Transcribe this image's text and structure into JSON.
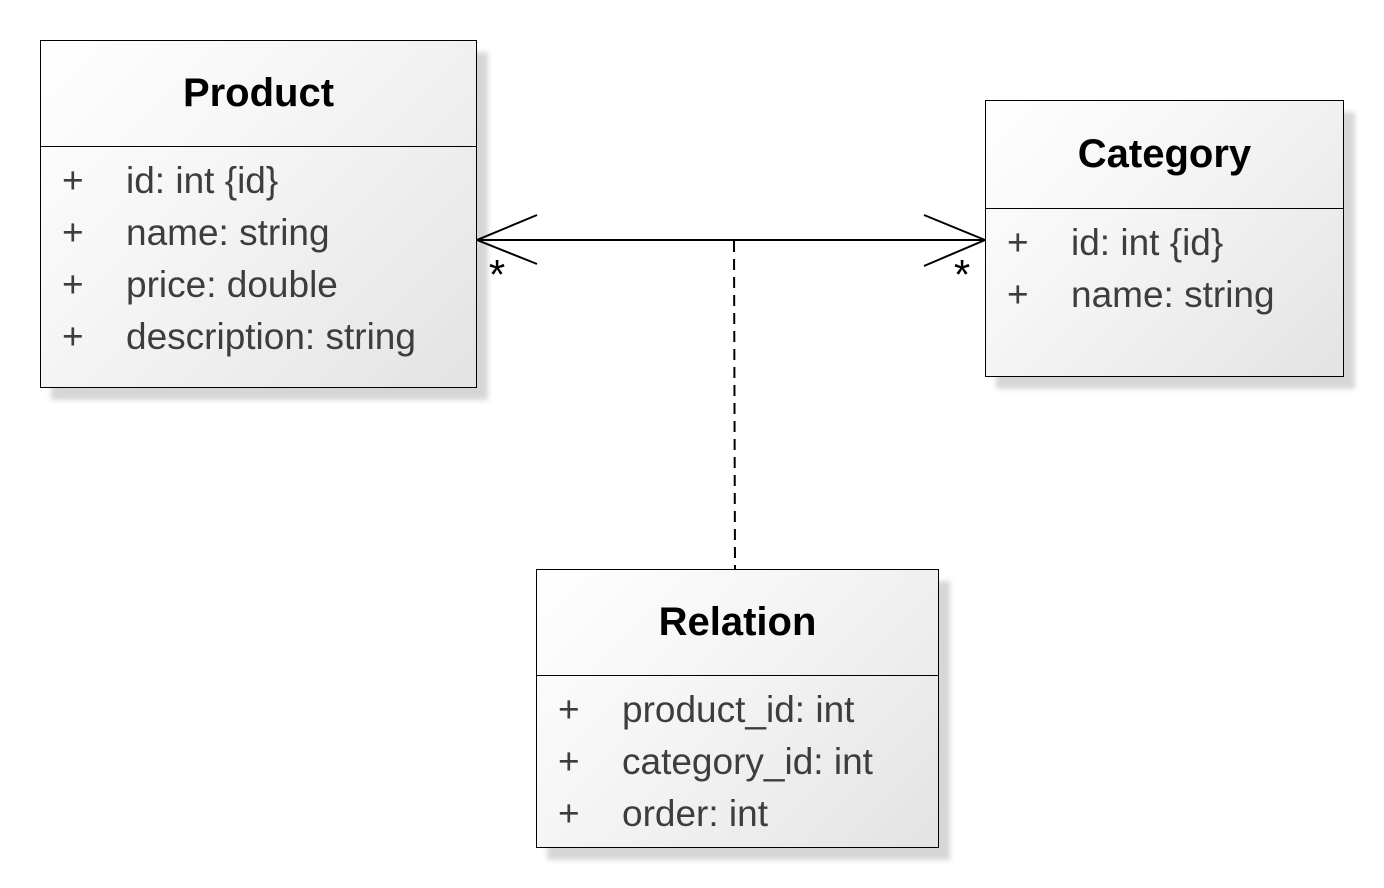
{
  "diagram": {
    "classes": {
      "product": {
        "title": "Product",
        "attributes": [
          {
            "visibility": "+",
            "text": "id: int {id}"
          },
          {
            "visibility": "+",
            "text": "name: string"
          },
          {
            "visibility": "+",
            "text": "price: double"
          },
          {
            "visibility": "+",
            "text": "description: string"
          }
        ]
      },
      "category": {
        "title": "Category",
        "attributes": [
          {
            "visibility": "+",
            "text": "id: int {id}"
          },
          {
            "visibility": "+",
            "text": "name: string"
          }
        ]
      },
      "relation": {
        "title": "Relation",
        "attributes": [
          {
            "visibility": "+",
            "text": "product_id: int"
          },
          {
            "visibility": "+",
            "text": "category_id: int"
          },
          {
            "visibility": "+",
            "text": "order: int"
          }
        ]
      }
    },
    "association": {
      "product_end_multiplicity": "*",
      "category_end_multiplicity": "*"
    },
    "colors": {
      "line": "#000000",
      "title_text": "#000000",
      "attribute_text": "#3d3d3d",
      "box_fill_start": "#ffffff",
      "box_fill_end": "#e3e3e3",
      "shadow": "#d6d6d6",
      "background": "#ffffff"
    }
  }
}
